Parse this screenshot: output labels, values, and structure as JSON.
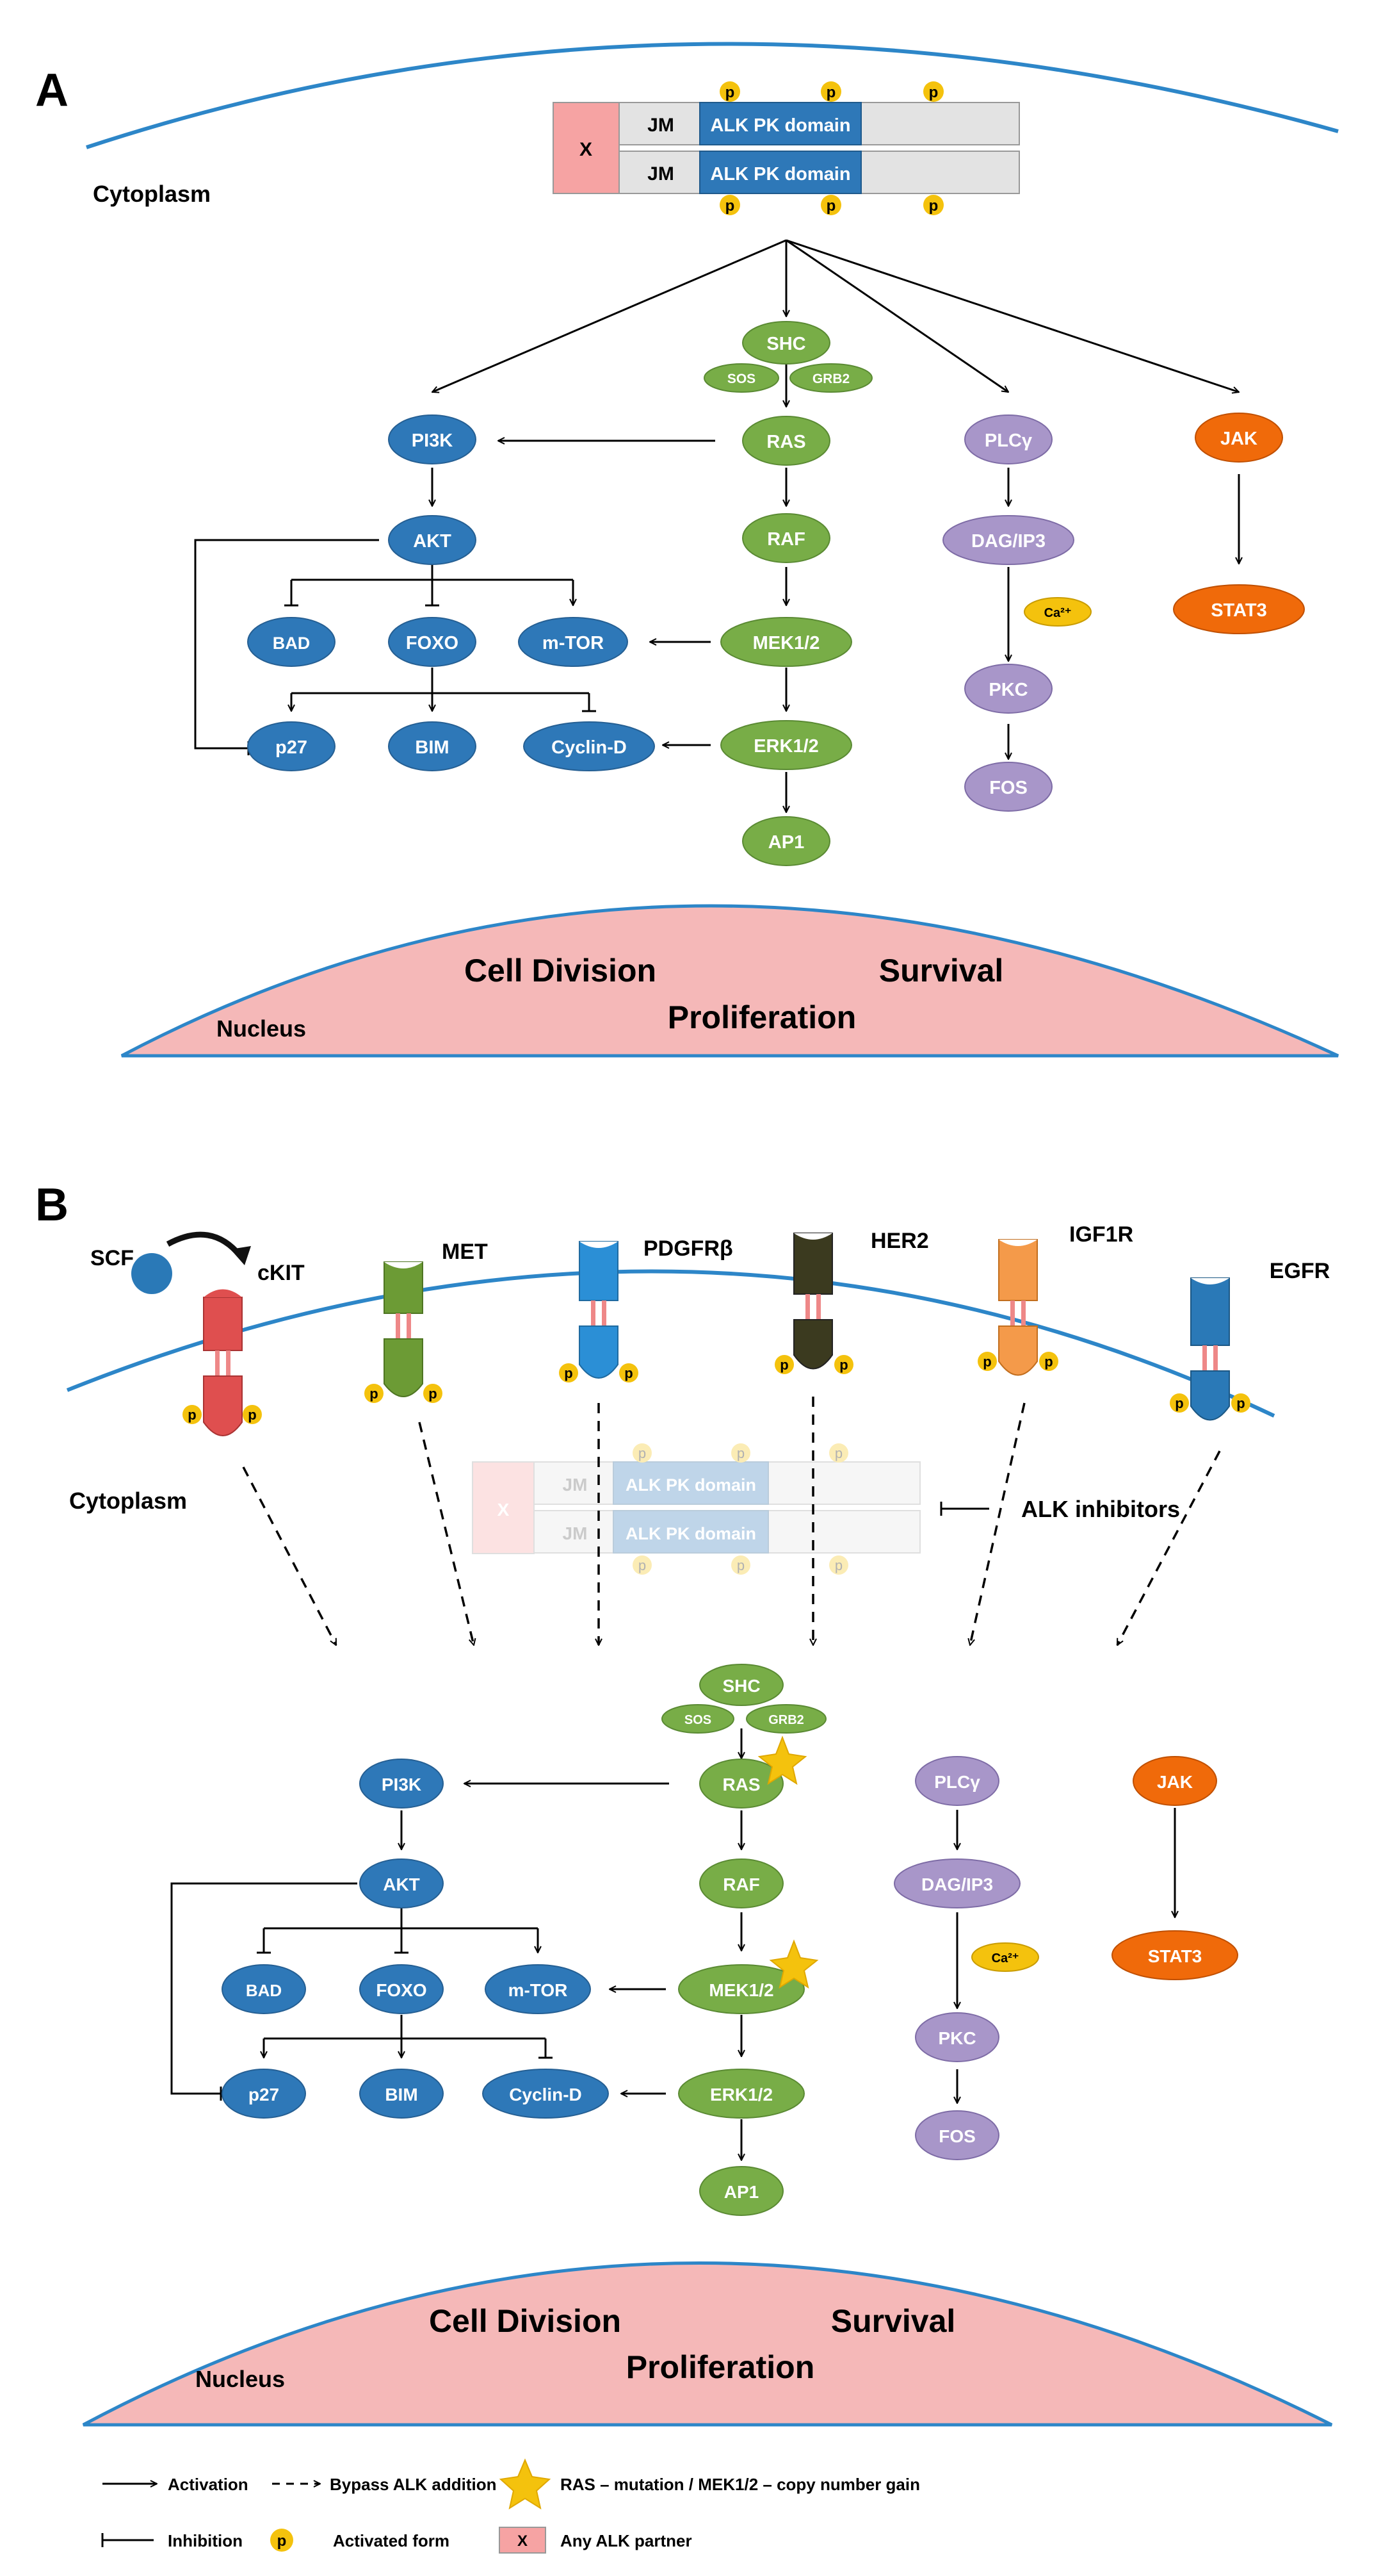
{
  "colors": {
    "blue": "#2e78b8",
    "blue_dark": "#255f93",
    "green": "#78ad47",
    "green_dark": "#5a8a33",
    "purple": "#a896c9",
    "purple_dark": "#7e6ca6",
    "orange": "#f06a0a",
    "orange_dark": "#c04f00",
    "yellow": "#f4c20d",
    "pink_nucleus": "#f5b8b8",
    "membrane": "#2d86c8",
    "x_box": "#f6a3a3",
    "gray_box": "#e3e3e3",
    "red_rtk": "#df4f4f",
    "olive_rtk": "#6c9b35",
    "blue_rtk": "#2b8fd6",
    "darkolive_rtk": "#3b3a1f",
    "orange_rtk": "#f49a4a",
    "steel_rtk": "#2a79b7"
  },
  "panel_a": {
    "label": "A",
    "cytoplasm": "Cytoplasm",
    "nucleus": "Nucleus",
    "outcomes": {
      "division": "Cell Division",
      "survival": "Survival",
      "proliferation": "Proliferation"
    },
    "receptor": {
      "partner": "X",
      "jm": "JM",
      "domain": "ALK PK domain",
      "phospho": "p"
    }
  },
  "panel_b": {
    "label": "B",
    "cytoplasm": "Cytoplasm",
    "nucleus": "Nucleus",
    "outcomes": {
      "division": "Cell Division",
      "survival": "Survival",
      "proliferation": "Proliferation"
    },
    "receptor": {
      "partner": "X",
      "jm": "JM",
      "domain": "ALK PK domain",
      "phospho": "p"
    },
    "inhibitors": "ALK inhibitors",
    "ligand": "SCF",
    "rtks": [
      "cKIT",
      "MET",
      "PDGFRβ",
      "HER2",
      "IGF1R",
      "EGFR"
    ]
  },
  "nodes": {
    "shc": "SHC",
    "sos": "SOS",
    "grb2": "GRB2",
    "ras": "RAS",
    "raf": "RAF",
    "mek": "MEK1/2",
    "erk": "ERK1/2",
    "ap1": "AP1",
    "pi3k": "PI3K",
    "akt": "AKT",
    "bad": "BAD",
    "foxo": "FOXO",
    "mtor": "m-TOR",
    "p27": "p27",
    "bim": "BIM",
    "cyclin": "Cyclin-D",
    "plcg": "PLCγ",
    "dag": "DAG/IP3",
    "ca": "Ca²⁺",
    "pkc": "PKC",
    "fos": "FOS",
    "jak": "JAK",
    "stat3": "STAT3"
  },
  "legend": {
    "activation": "Activation",
    "bypass": "Bypass ALK addition",
    "mutation": "RAS – mutation / MEK1/2 – copy number gain",
    "inhibition": "Inhibition",
    "activated": "Activated form",
    "activated_symbol": "p",
    "partner": "Any ALK partner",
    "partner_symbol": "X"
  }
}
